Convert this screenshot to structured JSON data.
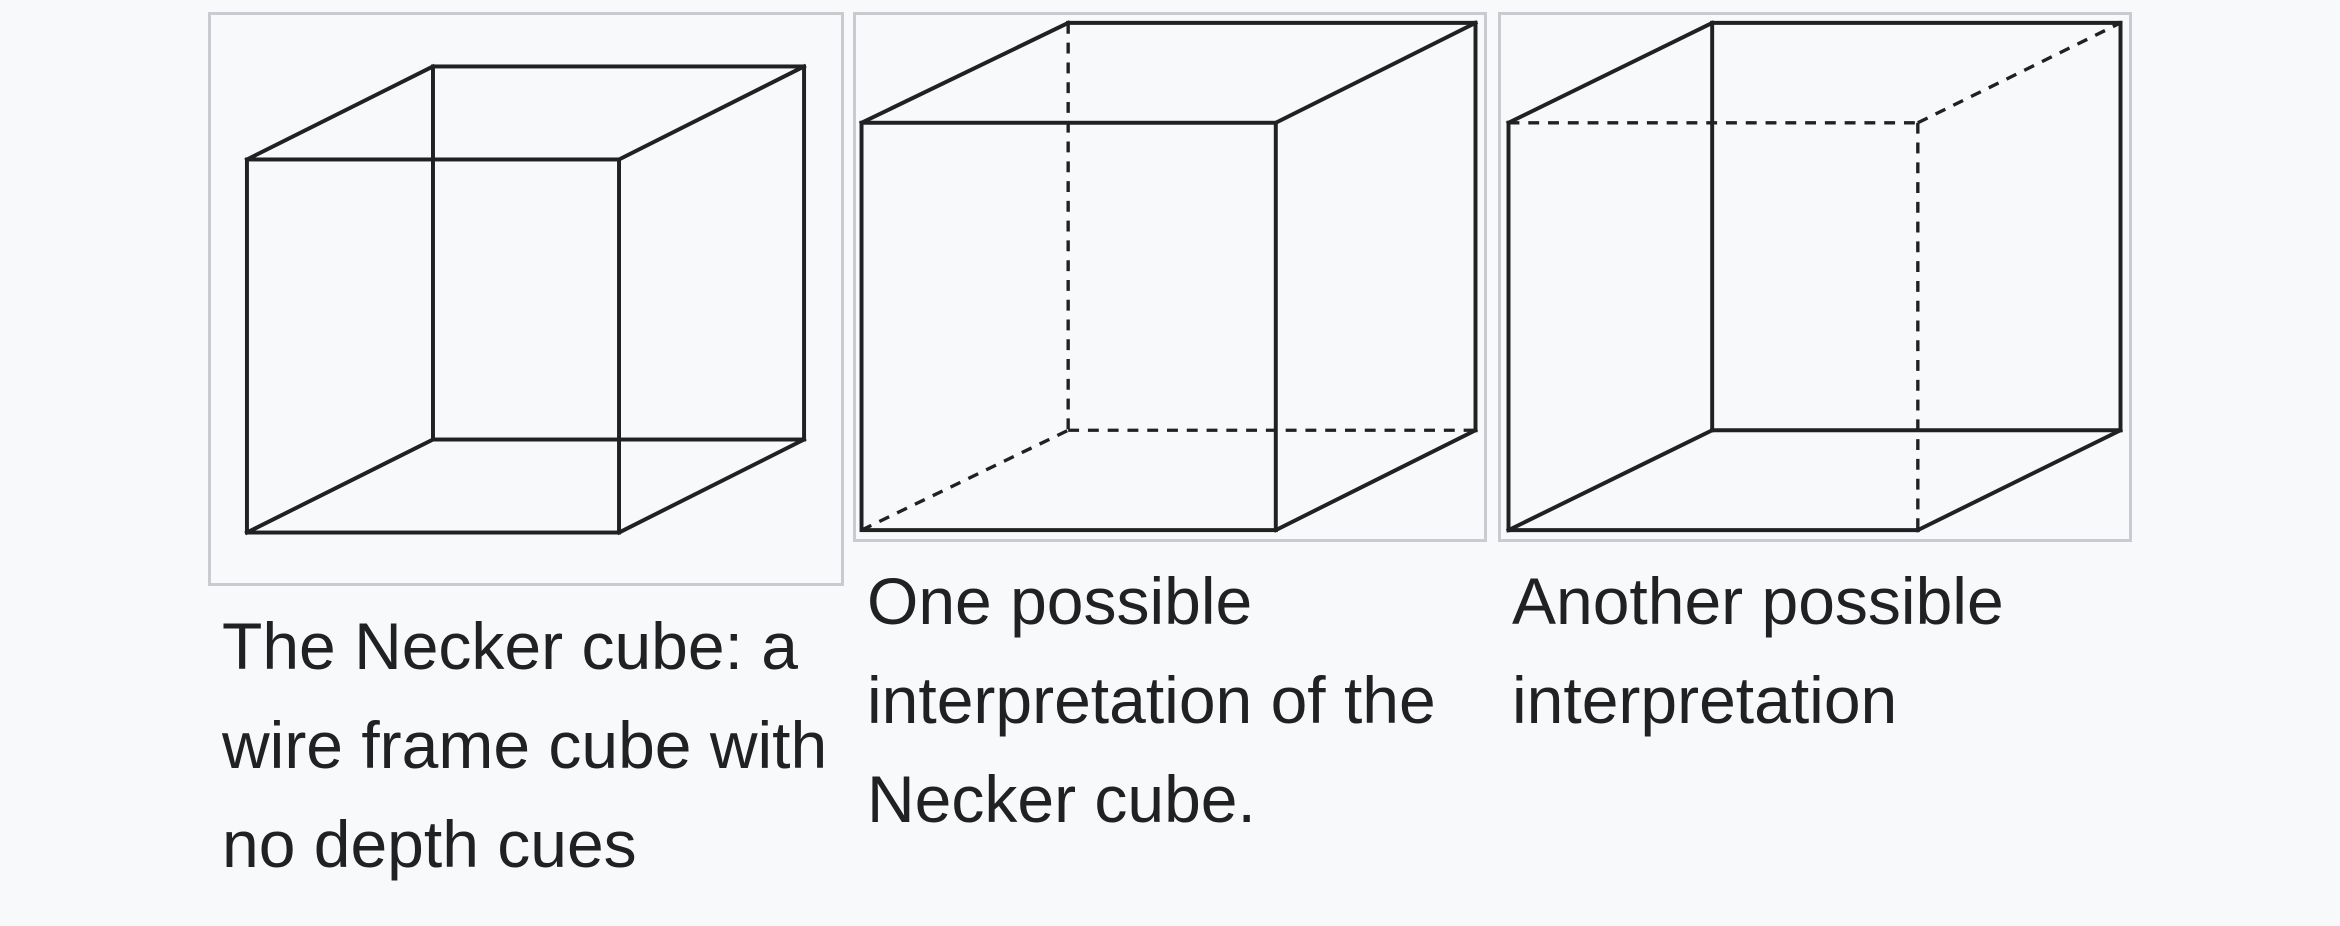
{
  "gallery": {
    "items": [
      {
        "id": "necker-cube",
        "caption": "The Necker cube: a wire frame cube with no depth cues"
      },
      {
        "id": "interpretation-one",
        "caption": "One possible interpretation of the Necker cube."
      },
      {
        "id": "interpretation-two",
        "caption": "Another possible interpretation"
      }
    ]
  },
  "colors": {
    "background": "#f8f9fa",
    "border": "#c8ccd1",
    "line": "#202122",
    "text": "#202122"
  }
}
